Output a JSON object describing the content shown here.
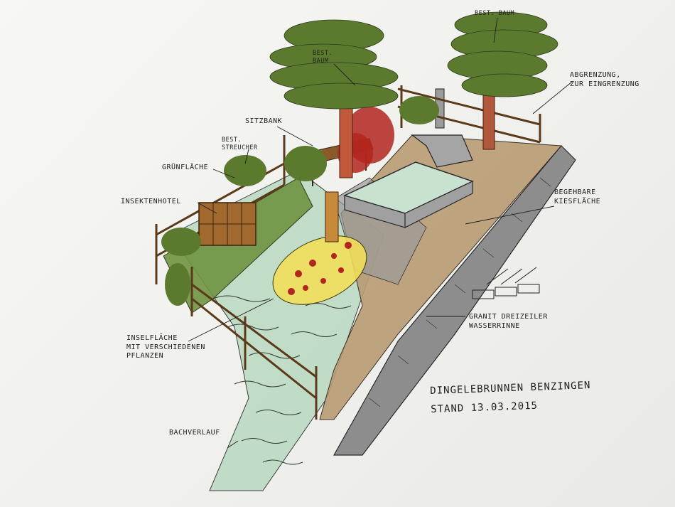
{
  "labels": {
    "best_baum_1_line1": "Best.",
    "best_baum_1_line2": "Baum",
    "best_baum_2": "Best. Baum",
    "abgrenzung_line1": "Abgrenzung,",
    "abgrenzung_line2": "zur Eingrenzung",
    "sitzbank": "Sitzbank",
    "best_straeucher_line1": "Best.",
    "best_straeucher_line2": "Streucher",
    "gruenflaeche": "Grünfläche",
    "insektenhotel": "Insektenhotel",
    "begehbare_line1": "Begehbare",
    "begehbare_line2": "Kiesfläche",
    "granit_line1": "Granit Dreizeiler",
    "granit_line2": "Wasserrinne",
    "inselflaeche_line1": "Inselfläche",
    "inselflaeche_line2": "mit verschiedenen",
    "inselflaeche_line3": "Pflanzen",
    "bachverlauf": "Bachverlauf"
  },
  "title": {
    "line1": "Dingelebrunnen Benzingen",
    "line2": "Stand 13.03.2015"
  },
  "colors": {
    "tree_green": "#5b7a2e",
    "grass_green": "#6f9340",
    "gravel_tan": "#b89b72",
    "water_mint": "#b9d8c0",
    "granite_grey": "#8d8d8d",
    "wood_brown": "#8a5a2b",
    "red_shrub": "#b3261e",
    "yellow_island": "#f2de5a"
  }
}
